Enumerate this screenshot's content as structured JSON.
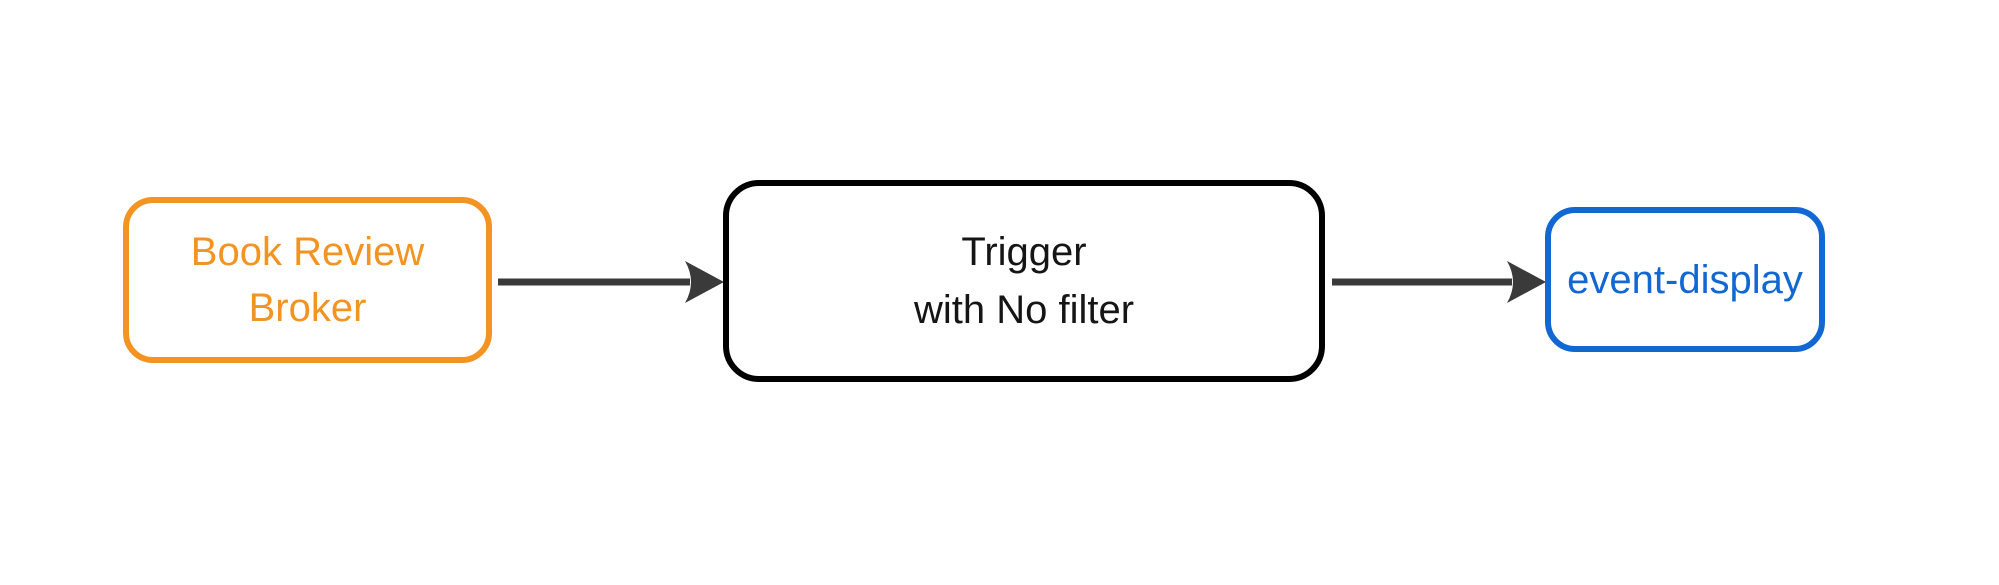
{
  "diagram": {
    "background_color": "#ffffff",
    "nodes": [
      {
        "id": "book-review-broker",
        "kind": "broker",
        "label_lines": [
          "Book Review",
          "Broker"
        ],
        "border_color": "#F39321",
        "text_color": "#F39321"
      },
      {
        "id": "trigger-no-filter",
        "kind": "trigger",
        "label_lines": [
          "Trigger",
          "with No filter"
        ],
        "border_color": "#000000",
        "text_color": "#151515"
      },
      {
        "id": "event-display",
        "kind": "service",
        "label_lines": [
          "event-display"
        ],
        "border_color": "#1268D2",
        "text_color": "#1268D2"
      }
    ],
    "edges": [
      {
        "from": "book-review-broker",
        "to": "trigger-no-filter",
        "color": "#3a3a3a"
      },
      {
        "from": "trigger-no-filter",
        "to": "event-display",
        "color": "#3a3a3a"
      }
    ]
  }
}
